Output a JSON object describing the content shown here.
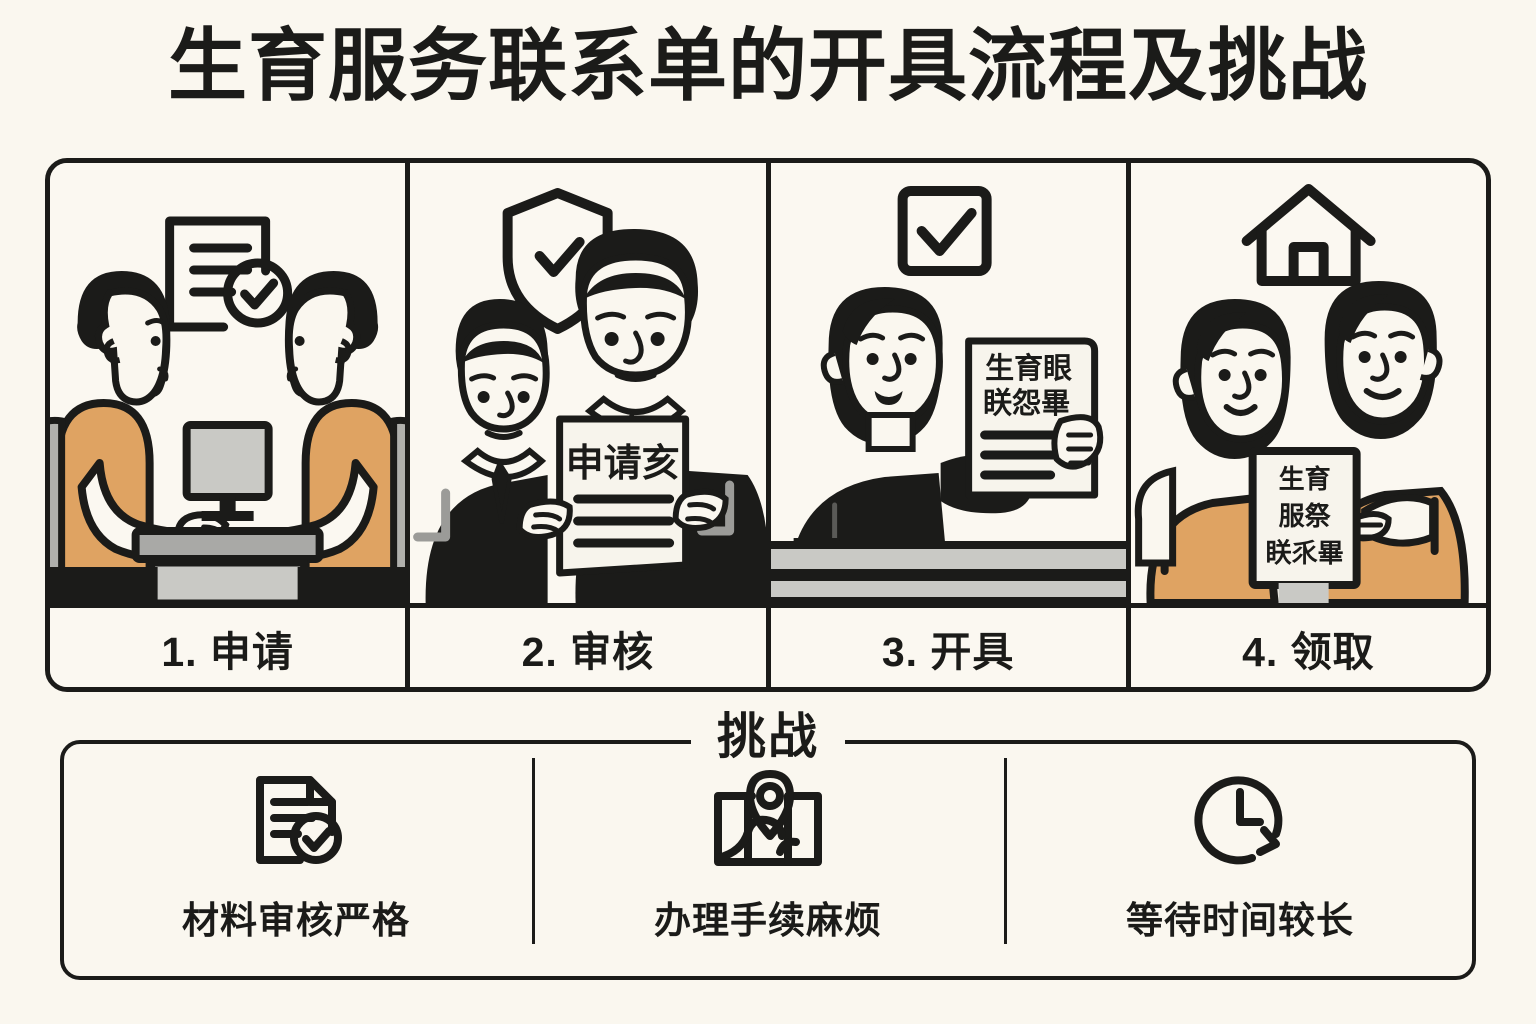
{
  "title": "生育服务联系单的开具流程及挑战",
  "colors": {
    "background": "#faf7ef",
    "panel_background": "#fbf8f1",
    "ink": "#1b1b19",
    "orange": "#dfa362",
    "gray_light": "#c9c9c5",
    "gray_mid": "#a9a9a6",
    "paper": "#f7f4ec"
  },
  "steps": [
    {
      "label": "1. 申请",
      "icon": "document-check-icon",
      "scene": "two-women-at-desk-with-monitor",
      "paper_text": ""
    },
    {
      "label": "2. 审核",
      "icon": "shield-check-icon",
      "scene": "two-men-in-suits-holding-form",
      "paper_text": "申请亥"
    },
    {
      "label": "3. 开具",
      "icon": "checkbox-check-icon",
      "scene": "woman-at-counter-holding-document",
      "paper_text_lines": [
        "生育眼",
        "眹怨畢"
      ]
    },
    {
      "label": "4. 领取",
      "icon": "house-icon",
      "scene": "two-women-holding-card",
      "paper_text_lines": [
        "生育",
        "服祭",
        "眹乑畢"
      ]
    }
  ],
  "challenges": {
    "heading": "挑战",
    "items": [
      {
        "icon": "document-check-icon",
        "label": "材料审核严格"
      },
      {
        "icon": "map-pin-icon",
        "label": "办理手续麻烦"
      },
      {
        "icon": "clock-rotate-icon",
        "label": "等待时间较长"
      }
    ]
  }
}
